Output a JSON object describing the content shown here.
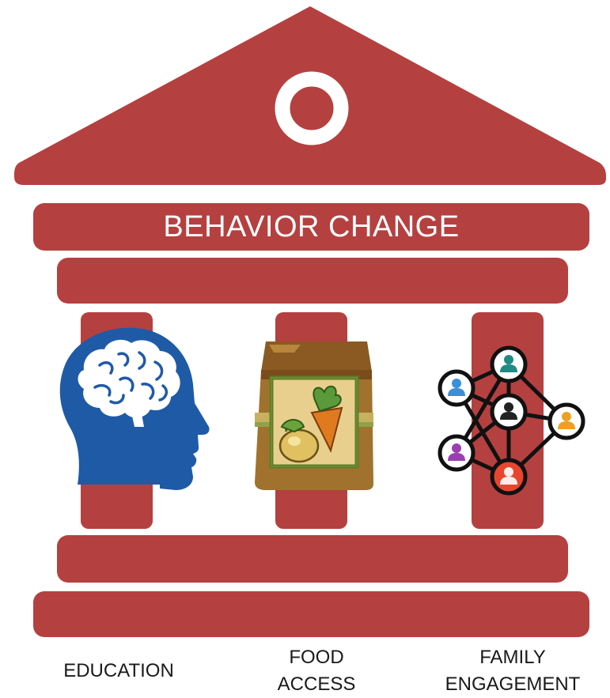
{
  "diagram": {
    "banner_title": "BEHAVIOR CHANGE",
    "colors": {
      "temple": "#b54040",
      "head": "#1f5aa6",
      "bag": "#a0722d",
      "network_line": "#111111"
    },
    "pillars": [
      {
        "icon": "brain-head-icon",
        "label_lines": [
          "EDUCATION"
        ]
      },
      {
        "icon": "grocery-bag-icon",
        "label_lines": [
          "FOOD",
          "ACCESS"
        ]
      },
      {
        "icon": "people-network-icon",
        "label_lines": [
          "FAMILY",
          "ENGAGEMENT"
        ]
      }
    ]
  }
}
